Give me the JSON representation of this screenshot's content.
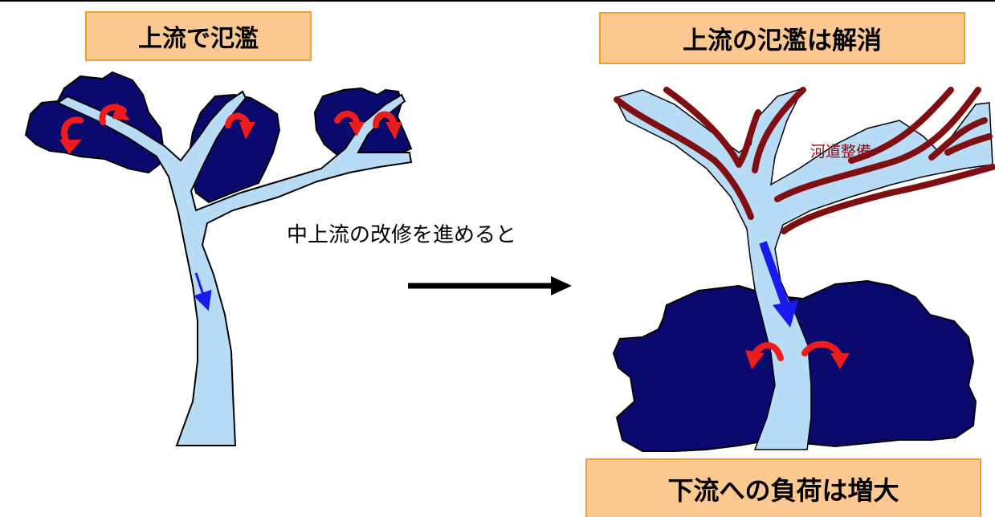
{
  "labels": {
    "upstream_flooding": "上流で氾濫",
    "upstream_resolved": "上流の氾濫は解消",
    "downstream_burden": "下流への負荷は増大",
    "transition": "中上流の改修を進めると",
    "channel_improvement": "河道整備"
  },
  "colors": {
    "flood": "#0a0a6e",
    "river": "#b8dcf6",
    "overflow_arrow": "#ee1c1c",
    "flow_arrow": "#1a1aee",
    "levee": "#7f0f12",
    "label_fill": "#fbc98f",
    "label_border": "#f0a030"
  }
}
